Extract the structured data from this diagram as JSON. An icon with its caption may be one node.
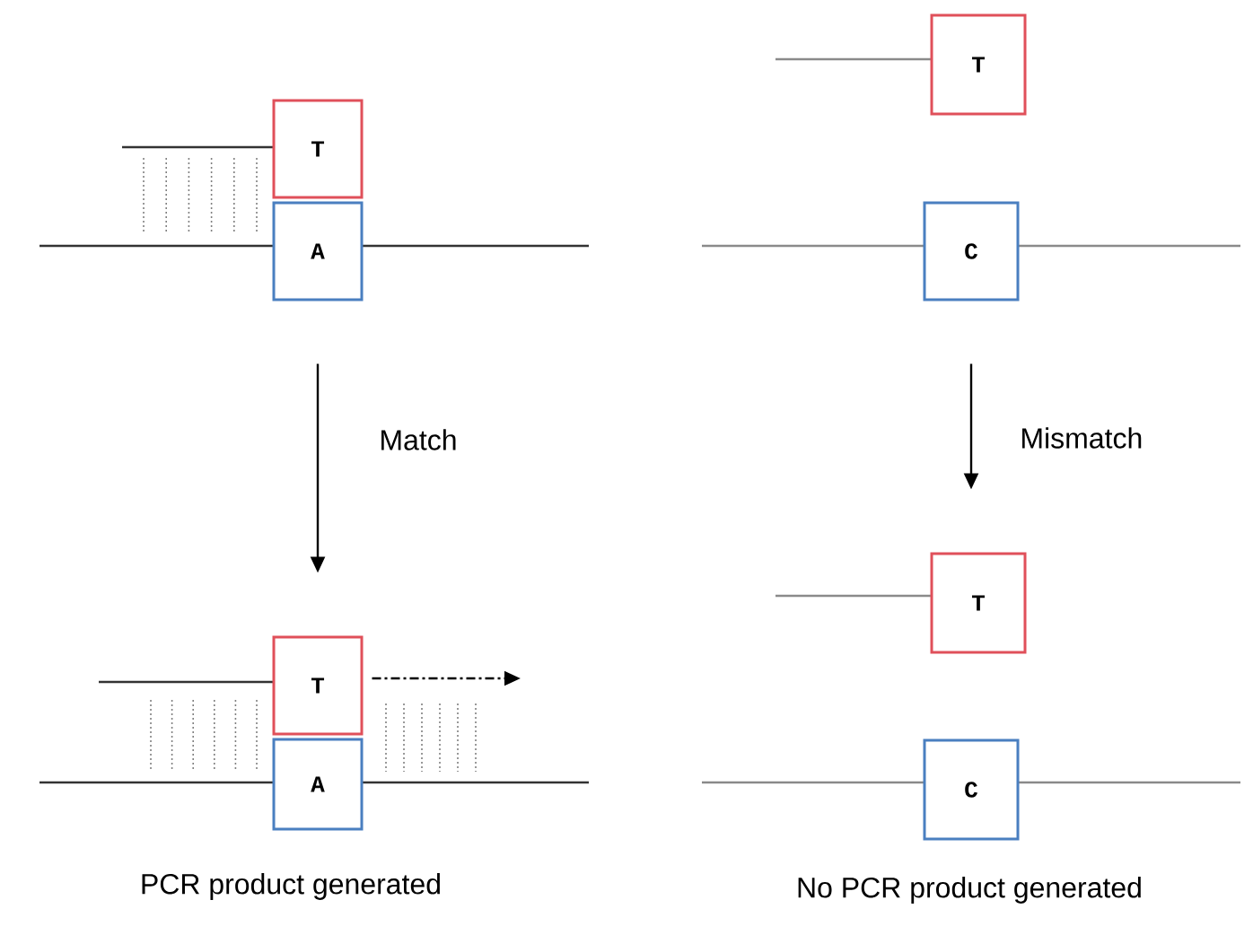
{
  "diagram": {
    "nodes": [
      {
        "text": [
          "T"
        ]
      },
      {
        "text": [
          "A"
        ]
      },
      {
        "text": [
          "T"
        ]
      },
      {
        "text": [
          "A"
        ]
      },
      {
        "text": [
          "T"
        ]
      },
      {
        "text": [
          "C"
        ]
      },
      {
        "text": [
          "T"
        ]
      },
      {
        "text": [
          "C"
        ]
      }
    ],
    "edges": [
      {
        "from": 1,
        "to": 2,
        "label": "Match",
        "arrow": "to"
      },
      {
        "from": 5,
        "to": 6,
        "label": "Mismatch",
        "arrow": "to"
      },
      {
        "from": 2,
        "to": null,
        "arrow": "to",
        "style": "dashed"
      }
    ],
    "labels": [
      "PCR product generated",
      "No PCR product generated"
    ]
  }
}
